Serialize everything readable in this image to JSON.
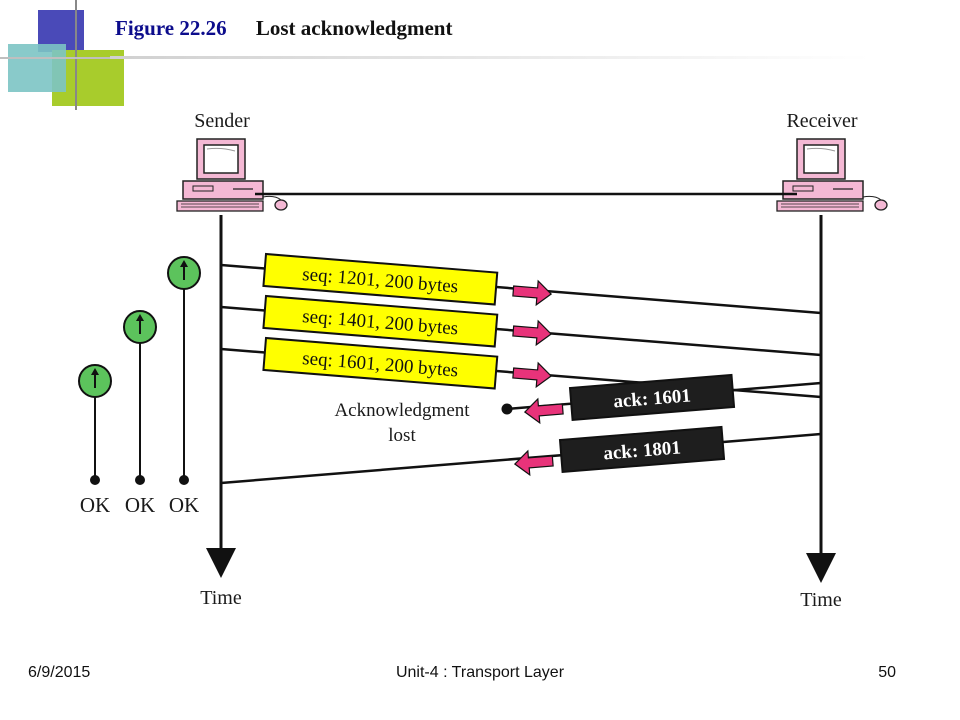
{
  "title": {
    "figure": "Figure 22.26",
    "caption": "Lost acknowledgment"
  },
  "diagram": {
    "sender_label": "Sender",
    "receiver_label": "Receiver",
    "segments": [
      {
        "label": "seq: 1201, 200 bytes"
      },
      {
        "label": "seq: 1401, 200 bytes"
      },
      {
        "label": "seq: 1601, 200 bytes"
      }
    ],
    "acks": [
      {
        "label": "ack: 1601"
      },
      {
        "label": "ack: 1801"
      }
    ],
    "lost_label_line1": "Acknowledgment",
    "lost_label_line2": "lost",
    "ok_labels": [
      "OK",
      "OK",
      "OK"
    ],
    "time_label_sender": "Time",
    "time_label_receiver": "Time",
    "colors": {
      "segment_fill": "#ffff00",
      "arrow": "#e8337a",
      "ack_fill": "#1e1e1e",
      "ok_circle": "#5cc35c",
      "computer": "#f4b8d4"
    }
  },
  "footer": {
    "date": "6/9/2015",
    "unit": "Unit-4 : Transport Layer",
    "page": "50"
  }
}
